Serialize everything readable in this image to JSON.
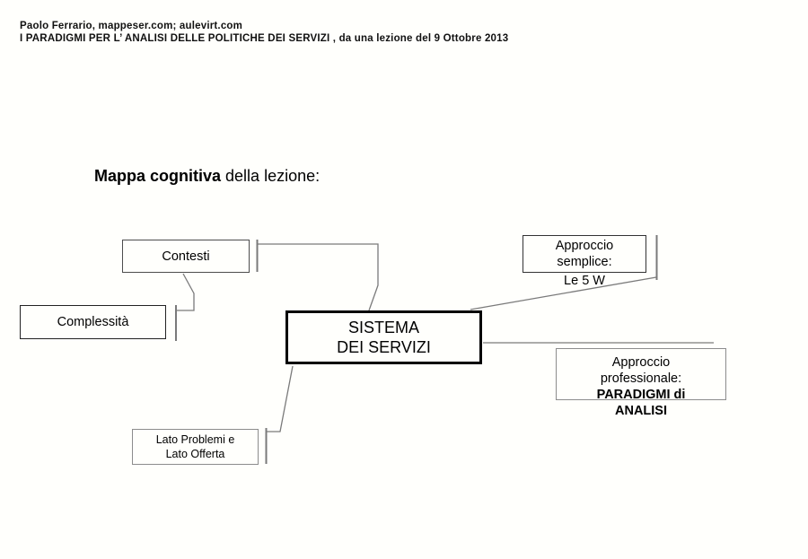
{
  "header": {
    "line1": "Paolo Ferrario, mappeser.com; aulevirt.com",
    "line2": "I PARADIGMI PER L’ ANALISI DELLE POLITICHE DEI SERVIZI , da una lezione del 9 Ottobre 2013"
  },
  "title": {
    "emphasis": "Mappa cognitiva",
    "rest": " della lezione:"
  },
  "nodes": {
    "contesti": {
      "label": "Contesti"
    },
    "complessita": {
      "label": "Complessità"
    },
    "sistema": {
      "lines": [
        "SISTEMA",
        "DEI SERVIZI"
      ]
    },
    "approccio_semplice": {
      "lines": [
        "Approccio",
        "semplice:"
      ],
      "sub_label": "Le 5 W"
    },
    "approccio_professionale": {
      "lines_regular": [
        "Approccio",
        "professionale:"
      ],
      "lines_bold": [
        "PARADIGMI di",
        "ANALISI"
      ]
    },
    "lato": {
      "lines": [
        "Lato Problemi e",
        "Lato Offerta"
      ]
    }
  },
  "colors": {
    "background": "#fffffc",
    "text": "#000000",
    "connector_gray": "#7a7a7a",
    "sistema_border": "#000000",
    "thin_box_border_dark": "#333333",
    "thin_box_border_light": "#8c8c8c"
  }
}
